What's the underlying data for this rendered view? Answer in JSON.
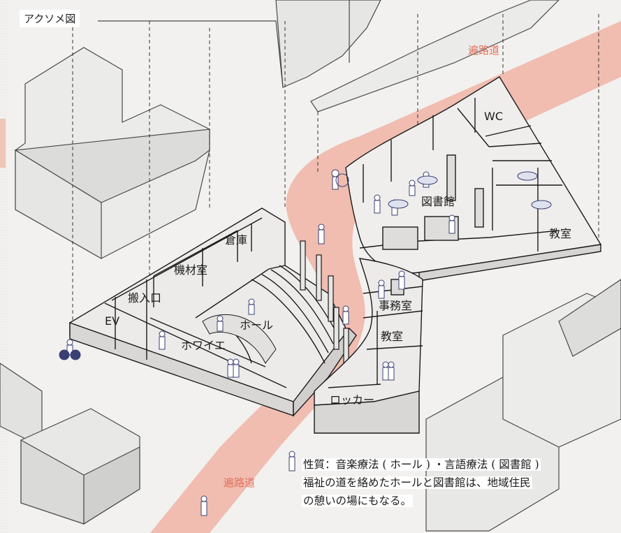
{
  "title": "アクソメ図",
  "path_labels": {
    "top": "遍路道",
    "bottom": "遍路道"
  },
  "rooms": {
    "storage": "倉庫",
    "equipment_room": "機材室",
    "loading_entrance": "搬入口",
    "ev": "EV",
    "hall": "ホール",
    "foyer": "ホワイエ",
    "wc": "WC",
    "library": "図書館",
    "classroom_right": "教室",
    "office": "事務室",
    "classroom_center": "教室",
    "locker": "ロッカー"
  },
  "note": {
    "line1": "性質：音楽療法 ( ホール ) ・言語療法 ( 図書館 )",
    "line2": "福祉の道を絡めたホールと図書館は、地域住民",
    "line3": "の憩いの場にもなる。"
  },
  "colors": {
    "path": "#f0b4a4",
    "path_label": "#e0705c",
    "figure": "#3a4075",
    "line": "#1a1a1a",
    "background": "#f2f1ef"
  }
}
